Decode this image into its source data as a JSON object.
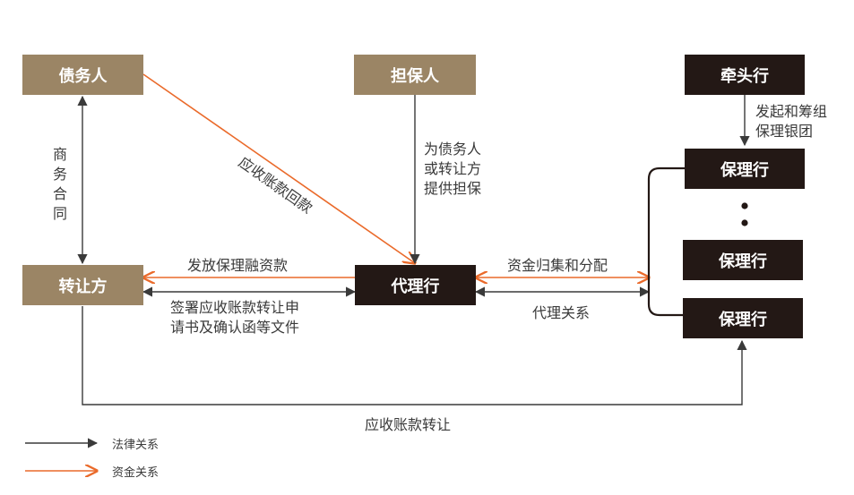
{
  "nodes": {
    "debtor": "债务人",
    "guarantor": "担保人",
    "lead_bank": "牵头行",
    "transferor": "转让方",
    "agent_bank": "代理行",
    "factor_1": "保理行",
    "factor_2": "保理行",
    "factor_3": "保理行"
  },
  "edges": {
    "commercial_contract": [
      "商",
      "务",
      "合",
      "同"
    ],
    "receivable_payment": "应收账款回款",
    "guarantee": [
      "为债务人",
      "或转让方",
      "提供担保"
    ],
    "syndicate": [
      "发起和筹组",
      "保理银团"
    ],
    "financing_release": "发放保理融资款",
    "sign_docs": [
      "签署应收账款转让申",
      "请书及确认函等文件"
    ],
    "fund_distribution": "资金归集和分配",
    "agency": "代理关系",
    "receivable_transfer": "应收账款转让"
  },
  "legend": {
    "legal": "法律关系",
    "fund": "资金关系"
  },
  "colors": {
    "legal_line": "#3a3a3a",
    "fund_line": "#ea6a2a",
    "tan_box": "#9b8565",
    "dark_box": "#231815"
  }
}
